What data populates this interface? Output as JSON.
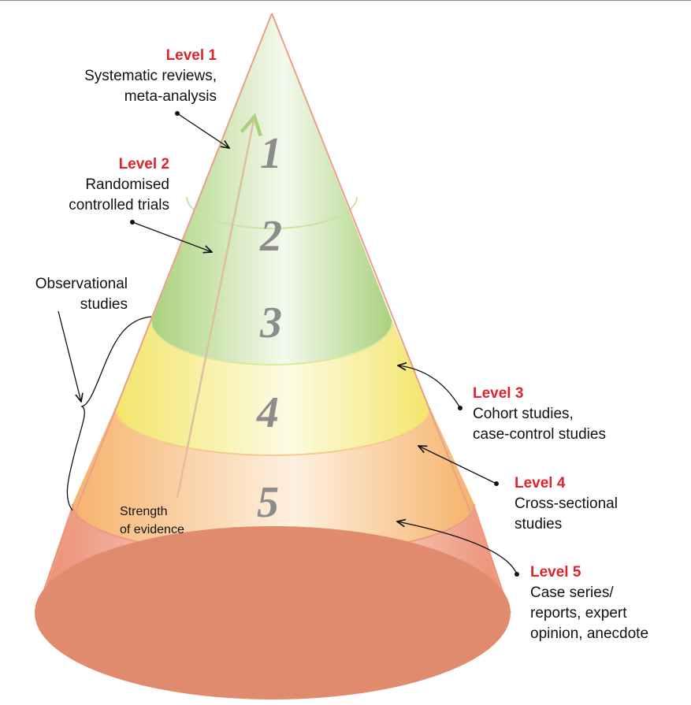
{
  "levels": [
    {
      "number": "1",
      "title": "Level 1",
      "lines": [
        "Systematic reviews,",
        "meta-analysis"
      ],
      "color": "#c8e2a6"
    },
    {
      "number": "2",
      "title": "Level 2",
      "lines": [
        "Randomised",
        "controlled trials"
      ],
      "color": "#b9db8e"
    },
    {
      "number": "3",
      "title": "Level 3",
      "lines": [
        "Cohort studies,",
        "case-control studies"
      ],
      "color": "#f6ee8c"
    },
    {
      "number": "4",
      "title": "Level 4",
      "lines": [
        "Cross-sectional",
        "studies"
      ],
      "color": "#f7c58a"
    },
    {
      "number": "5",
      "title": "Level 5",
      "lines": [
        "Case series/",
        "reports, expert",
        "opinion, anecdote"
      ],
      "color": "#ee9c82"
    }
  ],
  "observational": {
    "lines": [
      "Observational",
      "studies"
    ]
  },
  "strength": {
    "lines": [
      "Strength",
      "of evidence"
    ]
  },
  "colors": {
    "level_title": "#e2222b",
    "cone_base": "#e08a6e",
    "cone_outline": "#e8a088",
    "strength_arrow": "#d9b58a"
  }
}
